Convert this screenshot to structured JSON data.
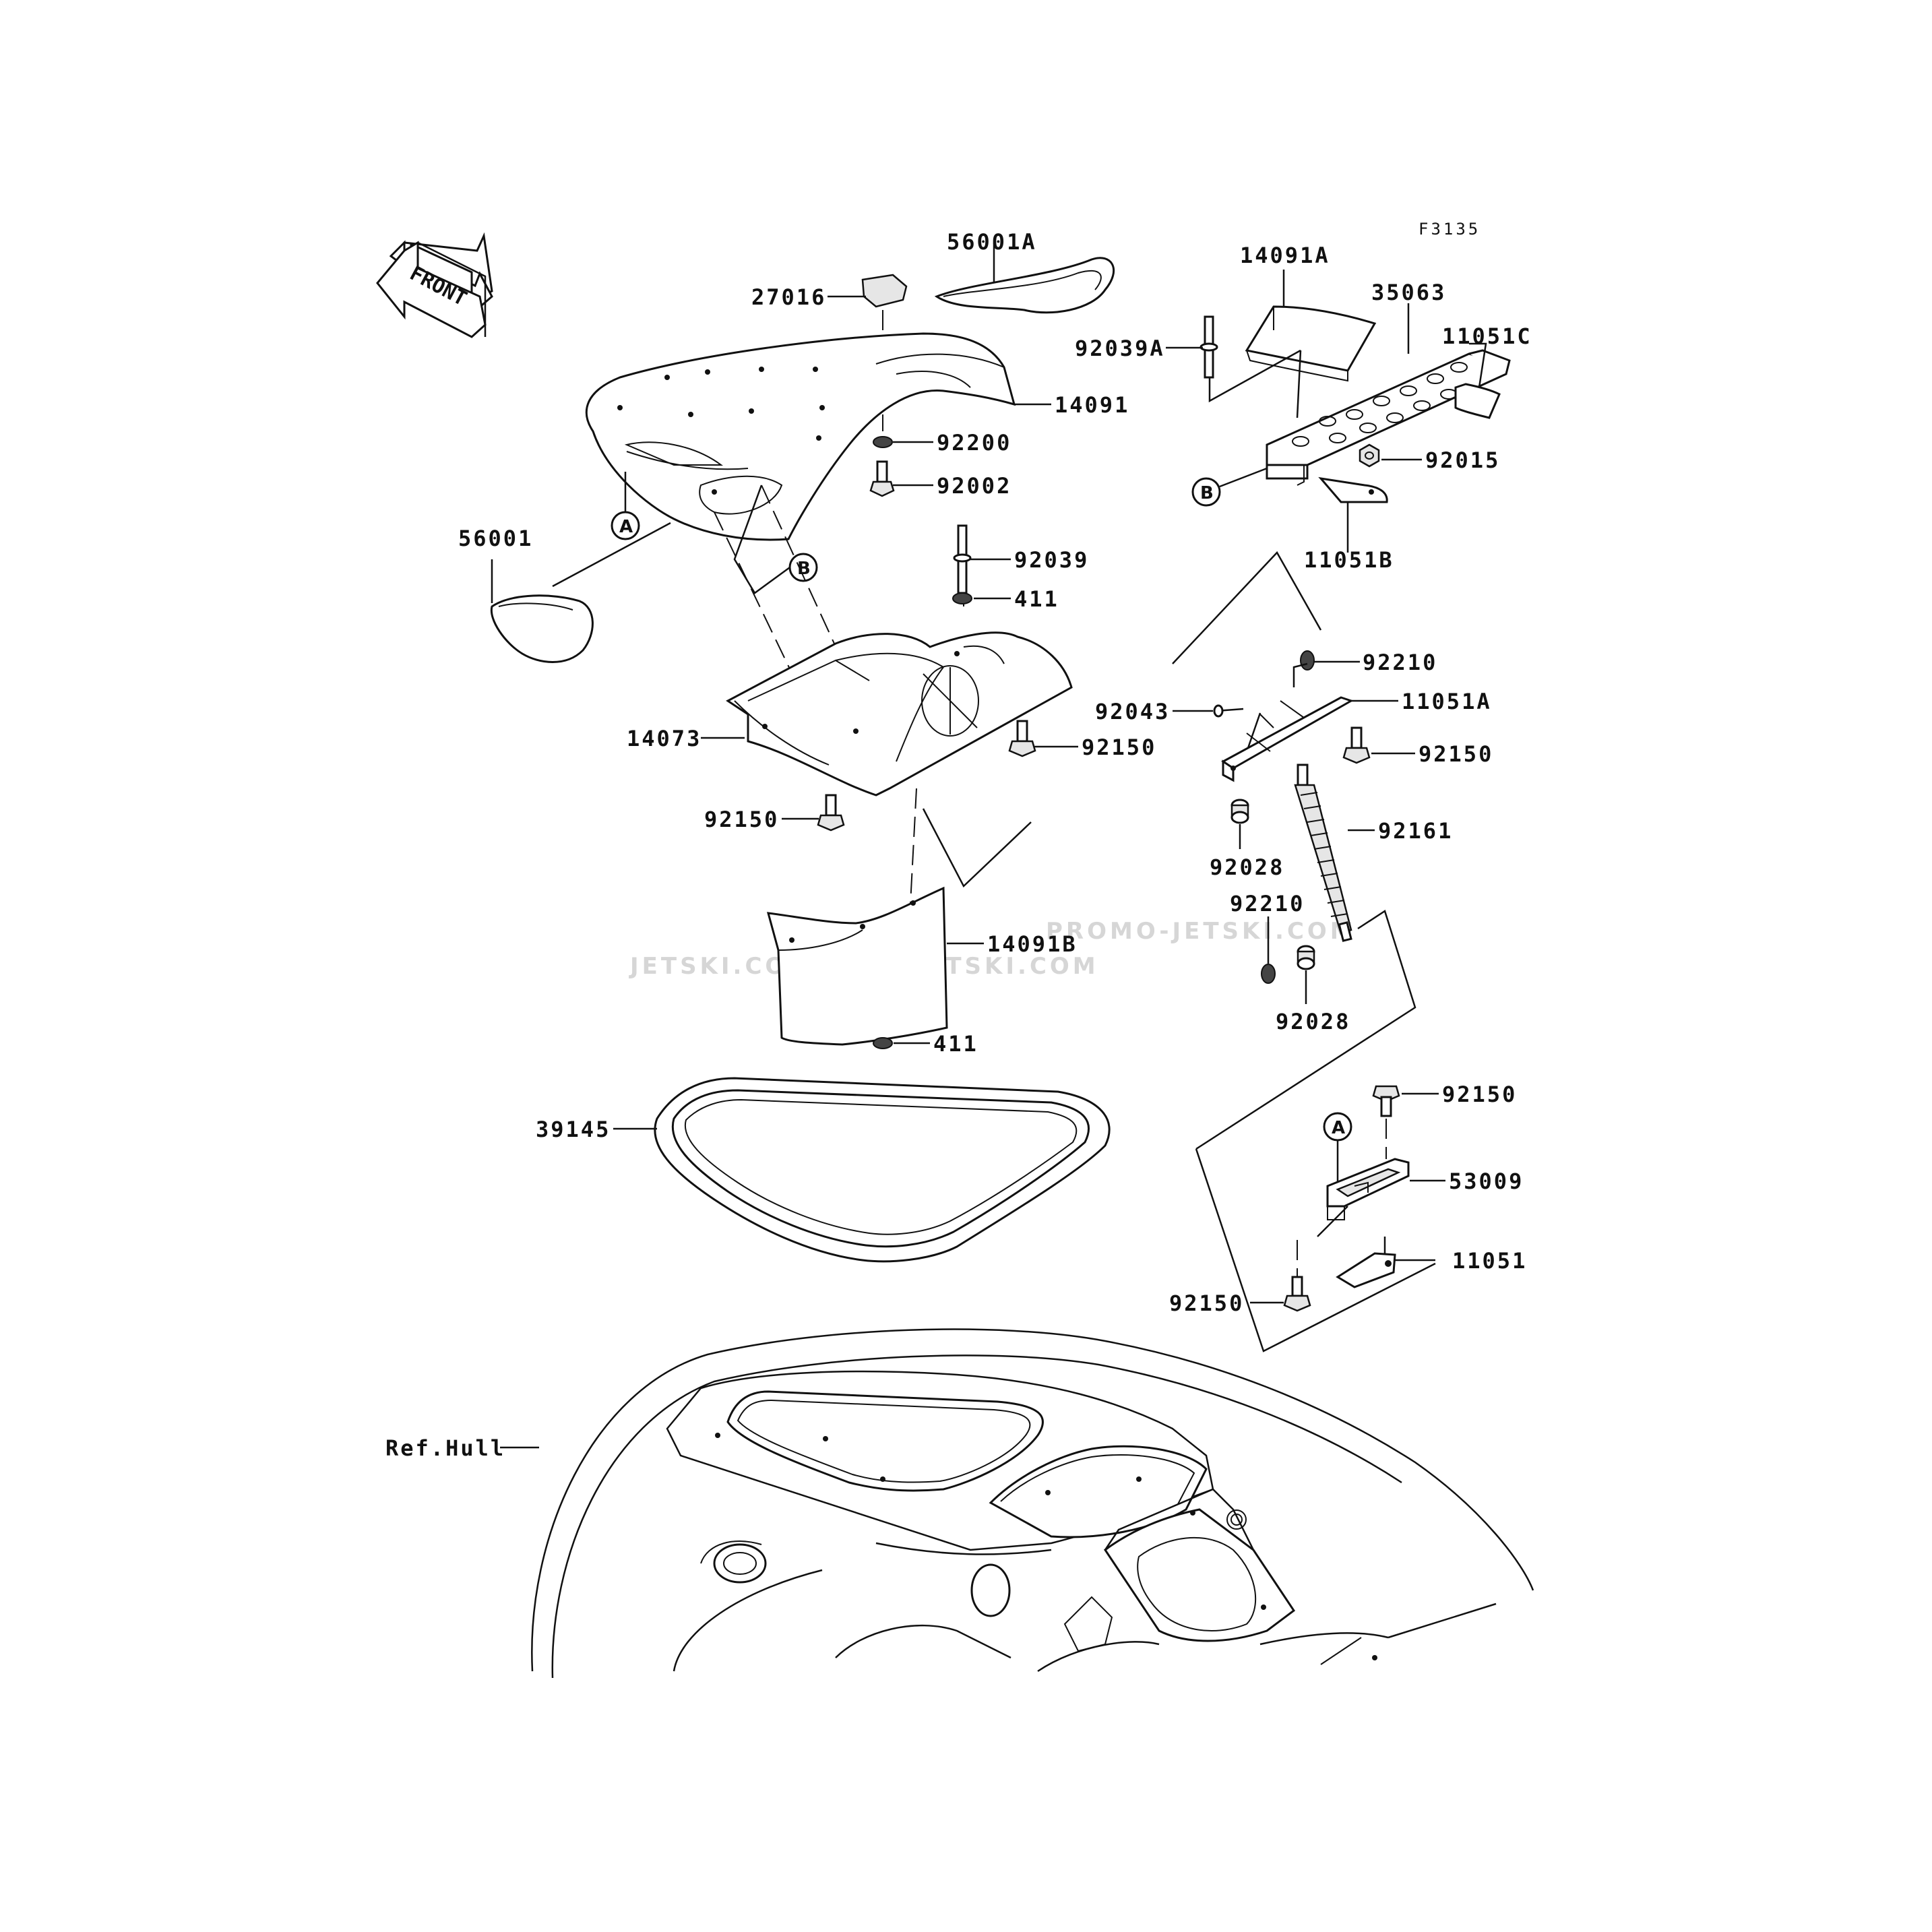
{
  "figure_code": "F3135",
  "front_label": "FRONT",
  "watermarks": [
    "JETSKI.COM",
    "PROMO-JETSKI.COM",
    "PROMO-JETSKI.COM"
  ],
  "ref_tags": [
    "A",
    "B"
  ],
  "parts": {
    "p56001A": "56001A",
    "p27016": "27016",
    "p14091": "14091",
    "p92200": "92200",
    "p92002": "92002",
    "p56001": "56001",
    "p92039": "92039",
    "p411_top": "411",
    "p14073": "14073",
    "p92150_center": "92150",
    "p92150_left": "92150",
    "p14091B": "14091B",
    "p411_bottom": "411",
    "p39145": "39145",
    "p14091A": "14091A",
    "p92039A": "92039A",
    "p35063": "35063",
    "p11051C": "11051C",
    "p92015": "92015",
    "p11051B": "11051B",
    "p92210_top": "92210",
    "p92043": "92043",
    "p11051A": "11051A",
    "p92150_right": "92150",
    "p92161": "92161",
    "p92028_top": "92028",
    "p92210_bottom": "92210",
    "p92028_bottom": "92028",
    "p92150_latch_top": "92150",
    "p53009": "53009",
    "p11051": "11051",
    "p92150_latch_bottom": "92150",
    "ref_hull": "Ref.Hull"
  }
}
